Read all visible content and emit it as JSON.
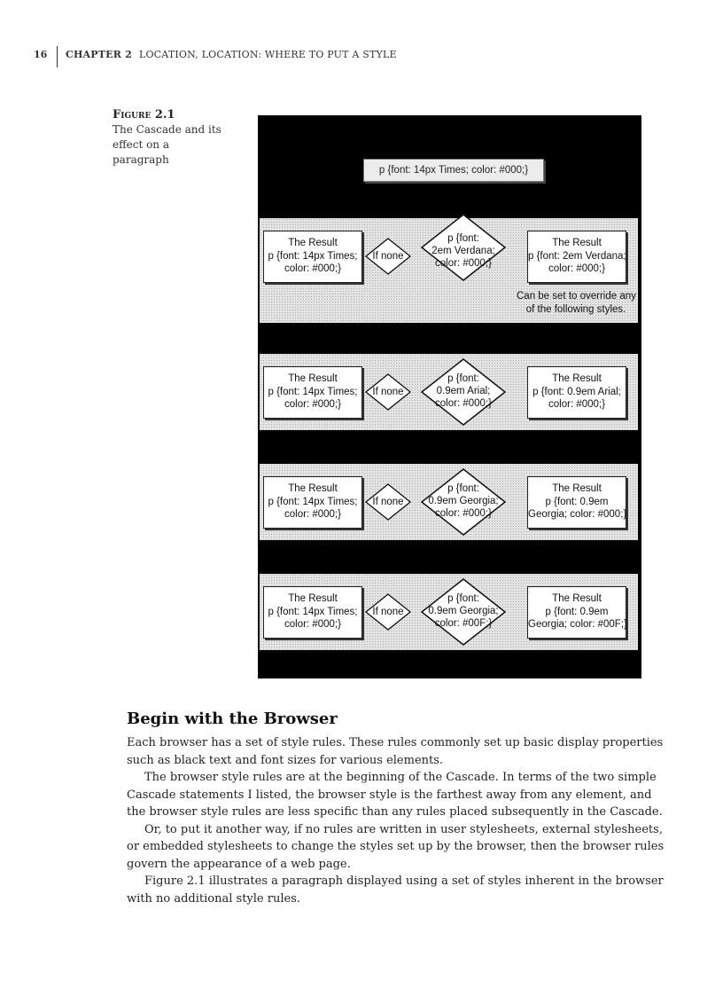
{
  "header": {
    "page_number": "16",
    "chapter_label": "CHAPTER 2",
    "chapter_title": "LOCATION, LOCATION: WHERE TO PUT A STYLE"
  },
  "caption": {
    "label": "Figure 2.1",
    "text": "The Cascade and its effect on a paragraph"
  },
  "figure": {
    "browser_rule": "p {font: 14px Times; color: #000;}",
    "rows": [
      {
        "result_left": [
          "The Result",
          "p {font: 14px Times;",
          "color: #000;}"
        ],
        "if_none": "If none",
        "diamond": [
          "p {font:",
          "2em Verdana;",
          "color: #000;}"
        ],
        "result_right": [
          "The Result",
          "p {font: 2em Verdana;",
          "color: #000;}"
        ],
        "note": [
          "Can be set to override any",
          "of the following styles."
        ]
      },
      {
        "result_left": [
          "The Result",
          "p {font: 14px Times;",
          "color: #000;}"
        ],
        "if_none": "If none",
        "diamond": [
          "p {font:",
          "0.9em Arial;",
          "color: #000;}"
        ],
        "result_right": [
          "The Result",
          "p {font: 0.9em Arial;",
          "color: #000;}"
        ]
      },
      {
        "result_left": [
          "The Result",
          "p {font: 14px Times;",
          "color: #000;}"
        ],
        "if_none": "If none",
        "diamond": [
          "p {font:",
          "0.9em Georgia;",
          "color: #000;}"
        ],
        "result_right": [
          "The Result",
          "p {font: 0.9em",
          "Georgia; color: #000;}"
        ]
      },
      {
        "result_left": [
          "The Result",
          "p {font: 14px Times;",
          "color: #000;}"
        ],
        "if_none": "If none",
        "diamond": [
          "p {font:",
          "0.9em Georgia;",
          "color: #00F;}"
        ],
        "result_right": [
          "The Result",
          "p {font: 0.9em",
          "Georgia; color: #00F;}"
        ]
      }
    ]
  },
  "section": {
    "heading": "Begin with the Browser",
    "paragraphs": [
      "Each browser has a set of style rules. These rules commonly set up basic display properties such as black text and font sizes for various elements.",
      "The browser style rules are at the beginning of the Cascade. In terms of the two simple Cascade statements I listed, the browser style is the farthest away from any element, and the browser style rules are less specific than any rules placed subsequently in the Cascade.",
      "Or, to put it another way, if no rules are written in user stylesheets, external stylesheets, or embedded stylesheets to change the styles set up by the browser, then the browser rules govern the appearance of a web page.",
      "Figure 2.1 illustrates a paragraph displayed using a set of styles inherent in the browser with no additional style rules."
    ]
  }
}
